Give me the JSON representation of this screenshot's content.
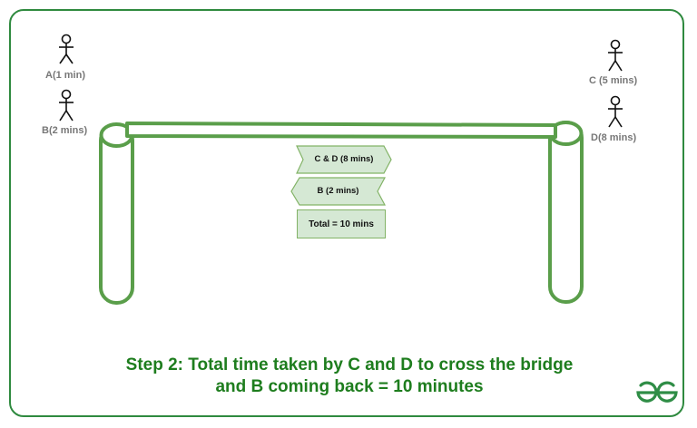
{
  "colors": {
    "frame": "#2f8a3f",
    "bridge": "#5a9e4a",
    "box_fill": "#d5e8d4",
    "box_stroke": "#82b366",
    "caption": "#1e7d1e",
    "label": "#777777"
  },
  "people": {
    "a": "A(1 min)",
    "b": "B(2 mins)",
    "c": "C (5 mins)",
    "d": "D(8 mins)"
  },
  "tags": {
    "forward": "C & D (8 mins)",
    "back": "B (2 mins)",
    "total": "Total = 10 mins"
  },
  "caption": {
    "line1": "Step 2: Total time taken by C and D to cross the bridge",
    "line2": "and B coming back = 10 minutes"
  },
  "logo": {
    "icon": "gfg-logo-icon"
  }
}
